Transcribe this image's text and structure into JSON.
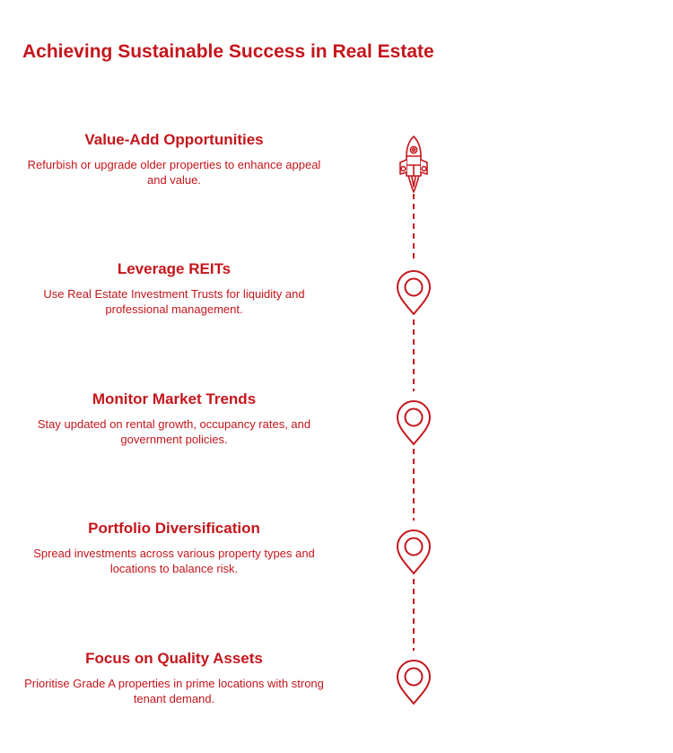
{
  "title": "Achieving Sustainable Success in Real Estate",
  "colors": {
    "accent": "#c4161c",
    "background": "#ffffff"
  },
  "steps": [
    {
      "title": "Value-Add Opportunities",
      "description": "Refurbish or upgrade older properties to enhance appeal and value.",
      "icon": "rocket-icon"
    },
    {
      "title": "Leverage REITs",
      "description": "Use Real Estate Investment Trusts for liquidity and professional management.",
      "icon": "location-pin-icon"
    },
    {
      "title": "Monitor Market Trends",
      "description": "Stay updated on rental growth, occupancy rates, and government policies.",
      "icon": "location-pin-icon"
    },
    {
      "title": "Portfolio Diversification",
      "description": "Spread investments across various property types and locations to balance risk.",
      "icon": "location-pin-icon"
    },
    {
      "title": "Focus on Quality Assets",
      "description": "Prioritise Grade A properties in prime locations with strong tenant demand.",
      "icon": "location-pin-icon"
    }
  ]
}
